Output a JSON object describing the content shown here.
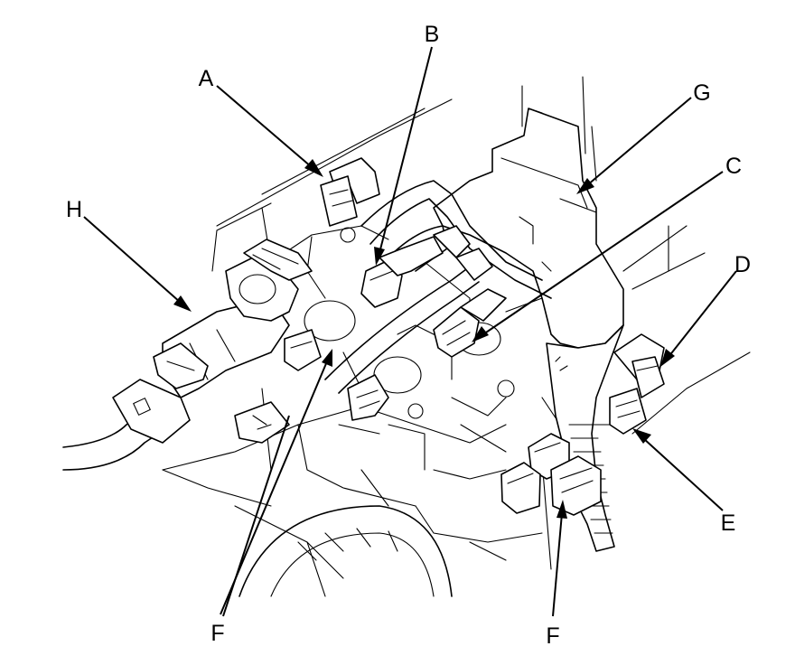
{
  "diagram": {
    "callouts": {
      "a": "A",
      "b": "B",
      "c": "C",
      "d": "D",
      "e": "E",
      "f_left": "F",
      "f_right": "F",
      "g": "G",
      "h": "H"
    }
  }
}
